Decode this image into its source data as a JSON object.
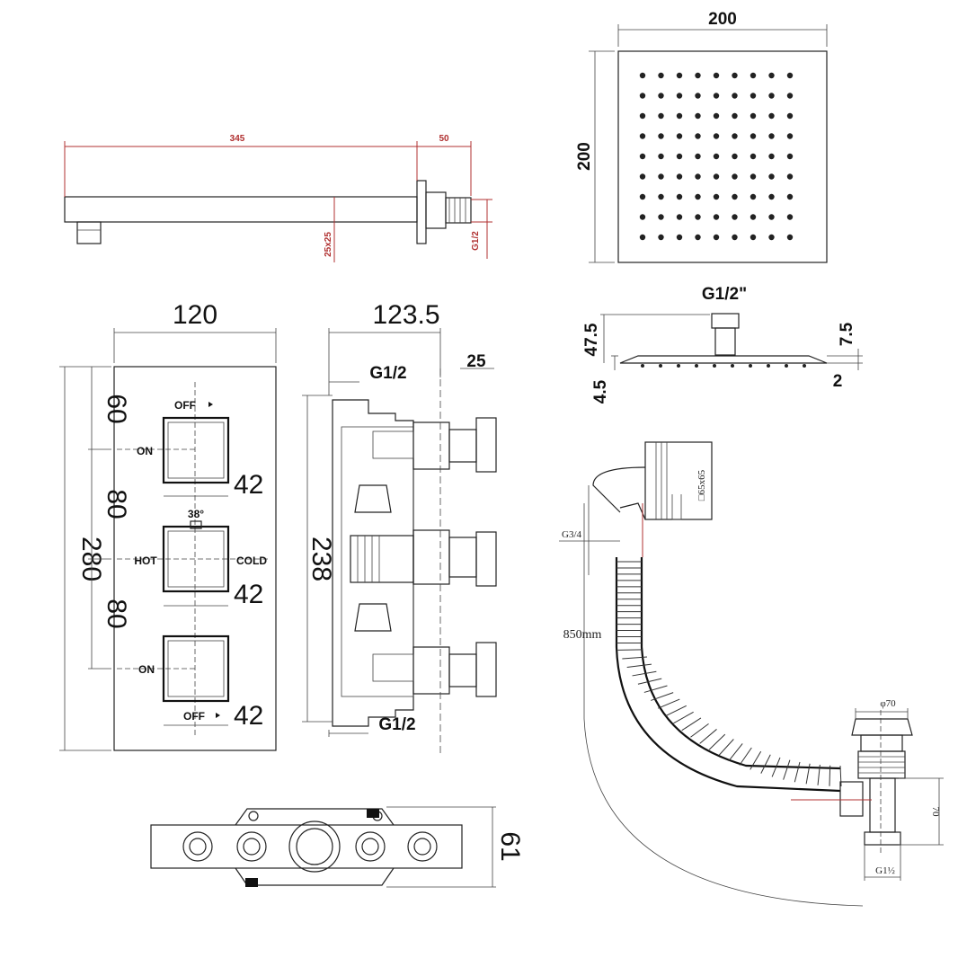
{
  "shower_arm": {
    "length_label": "345",
    "flange_label": "50",
    "section_label": "25x25",
    "thread_label": "G1/2"
  },
  "head_plan": {
    "width_label": "200",
    "height_label": "200"
  },
  "head_side": {
    "thread_label": "G1/2\"",
    "total_height_label": "47.5",
    "plate_label": "4.5",
    "neck_label": "7.5",
    "edge_label": "2"
  },
  "faceplate": {
    "width_label": "120",
    "height_label": "280",
    "gap_top_label": "60",
    "gap_mid_label": "80",
    "gap_low_label": "80",
    "knob_labels": [
      "42",
      "42",
      "42"
    ],
    "off_top_label": "OFF",
    "on_top_label": "ON",
    "angle_label": "38°",
    "hot_label": "HOT",
    "cold_label": "COLD",
    "on_bottom_label": "ON",
    "off_bottom_label": "OFF"
  },
  "valve_body": {
    "depth_label": "123.5",
    "inlet_top_label": "G1/2",
    "outlet_label": "25",
    "height_label": "238",
    "inlet_bottom_label": "G1/2"
  },
  "valve_bottom": {
    "depth_label": "61"
  },
  "bath_filler": {
    "thread_label": "G3/4",
    "hose_label": "850mm",
    "square_label": "□65x65",
    "waste_dia_label": "φ70",
    "waste_height_label": "70",
    "waste_thread_label": "G1½"
  }
}
